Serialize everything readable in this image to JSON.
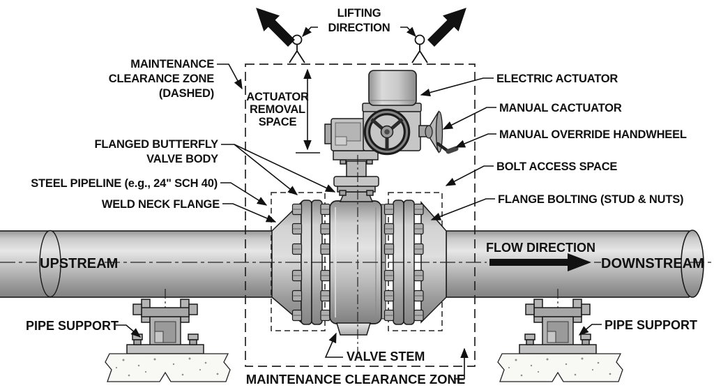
{
  "diagram_type": "flanged-butterfly-valve-installation-diagram",
  "colors": {
    "background": "#ffffff",
    "line": "#111111",
    "metal_light": "#e2e2e2",
    "metal_mid": "#bdbdbd",
    "metal_dark": "#8a8a8a",
    "concrete": "#f8f8f5"
  },
  "icons": {
    "lifting_arrow_left": "thick-arrow-up-left",
    "lifting_arrow_right": "thick-arrow-up-right",
    "flow_arrow": "thick-arrow-right",
    "lifting_lug": "eye-lug-with-legs",
    "dimension_arrow": "double-headed-vertical-arrow"
  },
  "labels": {
    "lifting_direction": {
      "lines": [
        "LIFTING",
        "DIRECTION"
      ]
    },
    "maintenance_zone_top": {
      "lines": [
        "MAINTENANCE",
        "CLEARANCE ZONE",
        "(DASHED)"
      ]
    },
    "actuator_removal_space": {
      "lines": [
        "ACTUATOR",
        "REMOVAL",
        "SPACE"
      ]
    },
    "flanged_butterfly_valve_body": {
      "lines": [
        "FLANGED BUTTERFLY",
        "VALVE BODY"
      ]
    },
    "steel_pipeline": {
      "text": "STEEL PIPELINE (e.g., 24\" SCH 40)"
    },
    "weld_neck_flange": {
      "text": "WELD NECK FLANGE"
    },
    "electric_actuator": {
      "text": "ELECTRIC ACTUATOR"
    },
    "manual_actuator": {
      "text": "MANUAL CACTUATOR"
    },
    "manual_override_handwheel": {
      "text": "MANUAL OVERRIDE HANDWHEEL"
    },
    "bolt_access_space": {
      "text": "BOLT ACCESS SPACE"
    },
    "flange_bolting": {
      "text": "FLANGE BOLTING (STUD & NUTS)"
    },
    "upstream": {
      "text": "UPSTREAM"
    },
    "downstream": {
      "text": "DOWNSTREAM"
    },
    "flow_direction": {
      "text": "FLOW DIRECTION"
    },
    "pipe_support_left": {
      "text": "PIPE SUPPORT"
    },
    "pipe_support_right": {
      "text": "PIPE SUPPORT"
    },
    "valve_stem": {
      "text": "VALVE STEM"
    },
    "maintenance_zone_bottom": {
      "text": "MAINTENANCE CLEARANCE ZONE"
    }
  }
}
